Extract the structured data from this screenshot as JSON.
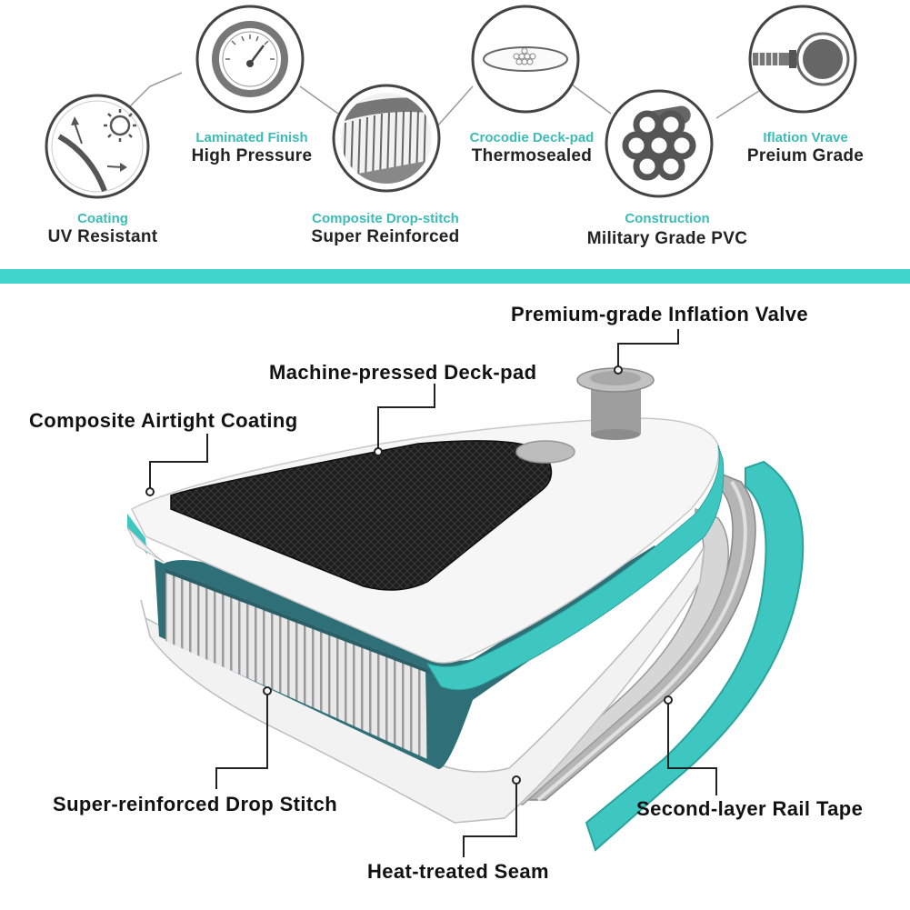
{
  "features": [
    {
      "icon": "uv-sun-icon",
      "subtitle": "Coating",
      "title": "UV Resistant"
    },
    {
      "icon": "pressure-gauge-icon",
      "subtitle": "Laminated Finish",
      "title": "High Pressure"
    },
    {
      "icon": "drop-stitch-icon",
      "subtitle": "Composite Drop-stitch",
      "title": "Super Reinforced"
    },
    {
      "icon": "deck-pad-icon",
      "subtitle": "Crocodie Deck-pad",
      "title": "Thermosealed"
    },
    {
      "icon": "pvc-tubes-icon",
      "subtitle": "Construction",
      "title": "Military Grade PVC"
    },
    {
      "icon": "inflation-valve-icon",
      "subtitle": "Iflation Vrave",
      "title": "Preium Grade"
    }
  ],
  "callouts": {
    "valve": "Premium-grade Inflation Valve",
    "deckpad": "Machine-pressed Deck-pad",
    "coating": "Composite Airtight Coating",
    "dropstitch": "Super-reinforced Drop Stitch",
    "railtape": "Second-layer Rail Tape",
    "seam": "Heat-treated Seam"
  },
  "colors": {
    "accent": "#40d3cc",
    "subtitle": "#3bbcb6",
    "teal_dark": "#2f6f78",
    "deck_black": "#1a1a1a"
  }
}
